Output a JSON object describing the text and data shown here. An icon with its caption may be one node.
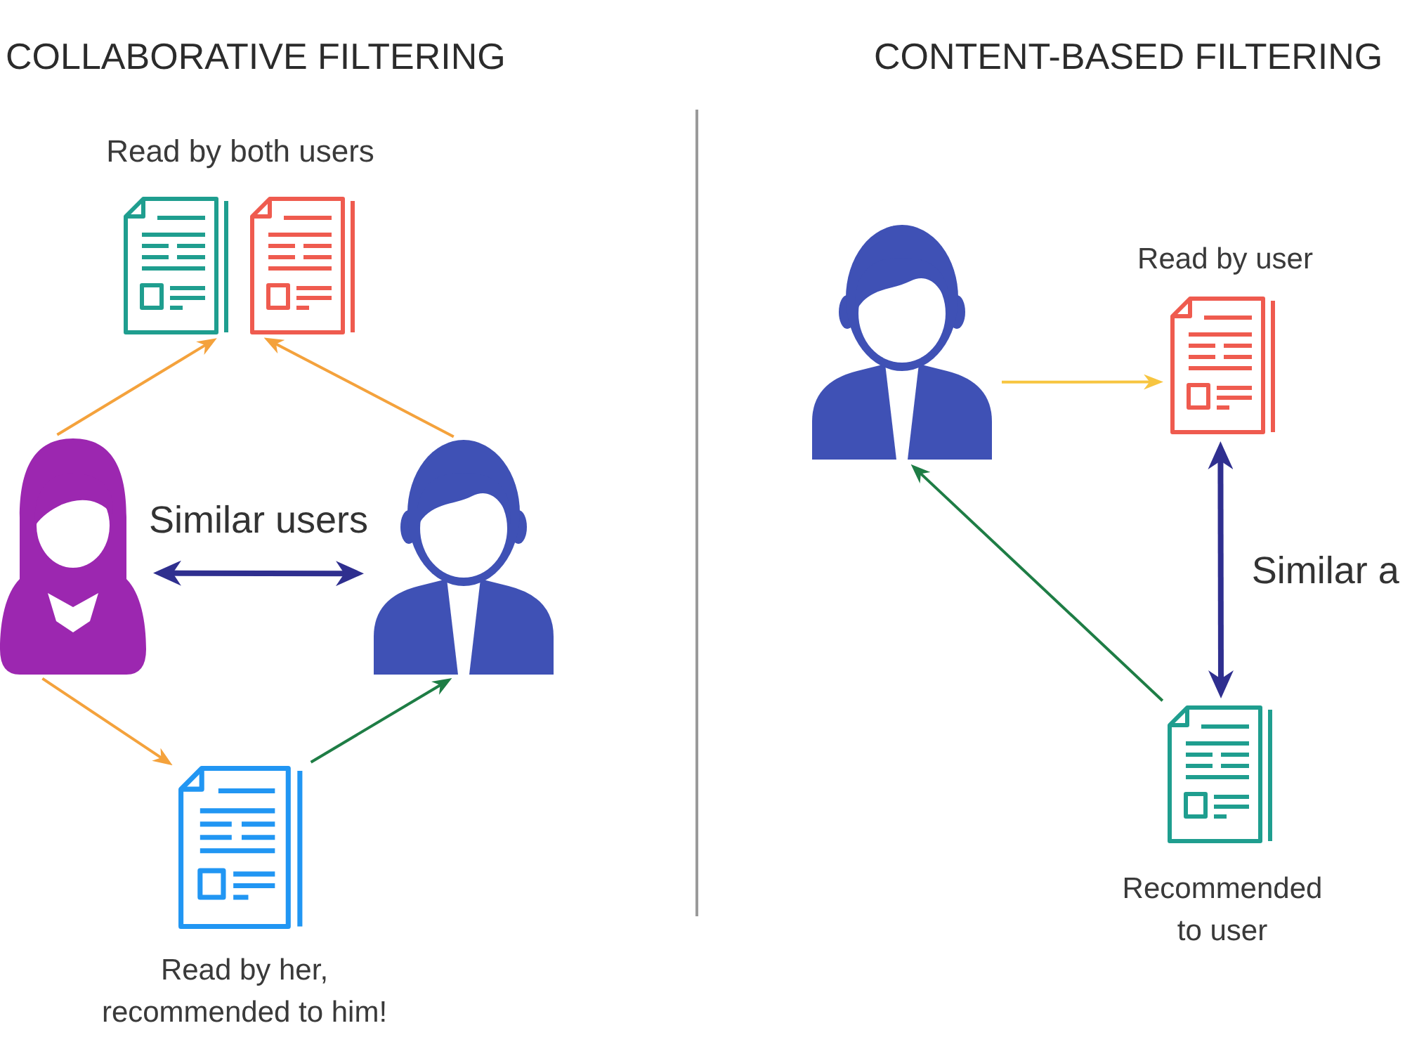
{
  "diagram": {
    "nodes": [
      {
        "text": [],
        "shape": "document"
      },
      {
        "text": [],
        "shape": "document"
      },
      {
        "text": [],
        "shape": "person"
      },
      {
        "text": [],
        "shape": "person"
      },
      {
        "text": [],
        "shape": "document",
        "beside": [
          "Read by her, recommended to him!"
        ]
      },
      {
        "text": [],
        "shape": "person"
      },
      {
        "text": [],
        "shape": "document",
        "beside": [
          "Read by user"
        ]
      },
      {
        "text": [],
        "shape": "document",
        "beside": [
          "Recommended to user"
        ]
      }
    ],
    "edges": [
      {
        "from": 2,
        "to": 0,
        "arrow": "to",
        "color": "#f4a23c"
      },
      {
        "from": 3,
        "to": 1,
        "arrow": "to",
        "color": "#f4a23c"
      },
      {
        "from": 2,
        "to": 3,
        "arrow": "both",
        "label": "Similar users",
        "style": "thick",
        "color": "#2f2f8f"
      },
      {
        "from": 2,
        "to": 4,
        "arrow": "to",
        "color": "#f4a23c"
      },
      {
        "from": 4,
        "to": 3,
        "arrow": "to",
        "color": "#1e7d45"
      },
      {
        "from": 5,
        "to": 6,
        "arrow": "to",
        "color": "#f7c540"
      },
      {
        "from": 6,
        "to": 7,
        "arrow": "both",
        "label": "Similar a",
        "style": "thick",
        "color": "#2f2f8f"
      },
      {
        "from": 7,
        "to": 5,
        "arrow": "to",
        "color": "#1e7d45"
      }
    ],
    "labels": [
      "COLLABORATIVE FILTERING",
      "Read by both users",
      "CONTENT-BASED FILTERING"
    ]
  }
}
